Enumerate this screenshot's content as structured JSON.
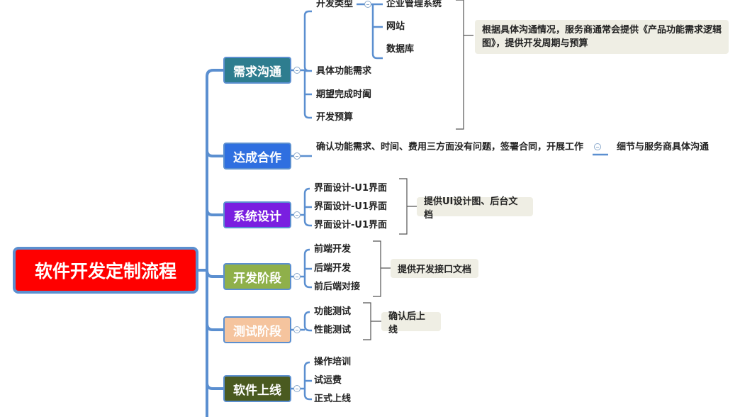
{
  "root": {
    "label": "软件开发定制流程",
    "color": "#ff0000"
  },
  "stages": [
    {
      "label": "需求沟通",
      "color": "#2e7d8f"
    },
    {
      "label": "达成合作",
      "color": "#2f6fe0"
    },
    {
      "label": "系统设计",
      "color": "#7a1fe0"
    },
    {
      "label": "开发阶段",
      "color": "#8fb04a"
    },
    {
      "label": "测试阶段",
      "color": "#f5c49e"
    },
    {
      "label": "软件上线",
      "color": "#4a5a20"
    }
  ],
  "requirements": {
    "dev_type": "开发类型",
    "dev_type_options": [
      "企业管理系统",
      "网站",
      "数据库"
    ],
    "items": [
      "具体功能需求",
      "期望完成时阖",
      "开发预算"
    ],
    "note": [
      "根据具体沟通情况，服务商通常会提供《产品功能需求逻辑",
      "图》，提供开发周期与预算"
    ]
  },
  "cooperation": {
    "item": "确认功能需求、时间、费用三方面没有问题，签署合同，开展工作",
    "note": "细节与服务商具体沟通"
  },
  "design": {
    "items": [
      "界面设计-U1界面",
      "界面设计-U1界面",
      "界面设计-U1界面"
    ],
    "note": "提供UI设计图、后台文档"
  },
  "development": {
    "items": [
      "前端开发",
      "后端开发",
      "前后端对接"
    ],
    "note": "提供开发接口文档"
  },
  "testing": {
    "items": [
      "功能测试",
      "性能测试"
    ],
    "note": "确认后上线"
  },
  "launch": {
    "items": [
      "操作培训",
      "试运费",
      "正式上线"
    ]
  },
  "colors": {
    "connector": "#5b8fd0",
    "bracket": "#555555",
    "note_bg": "#efeee4"
  }
}
